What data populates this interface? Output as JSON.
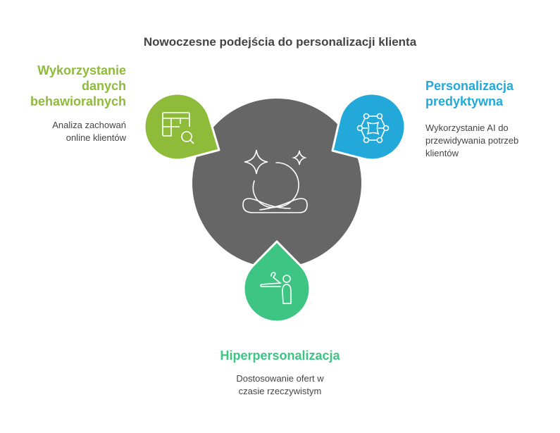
{
  "title": "Nowoczesne podejścia do personalizacji klienta",
  "colors": {
    "center": "#666666",
    "green": "#8fbb3b",
    "blue": "#22a9d9",
    "teal": "#3ec584"
  },
  "items": [
    {
      "heading": "Wykorzystanie danych behawioralnych",
      "heading_lines": [
        "Wykorzystanie",
        "danych",
        "behawioralnych"
      ],
      "description_lines": [
        "Analiza zachowań",
        "online klientów"
      ],
      "icon": "table-search-icon"
    },
    {
      "heading": "Personalizacja predyktywna",
      "heading_lines": [
        "Personalizacja",
        "predyktywna"
      ],
      "description_lines": [
        "Wykorzystanie AI do",
        "przewidywania potrzeb",
        "klientów"
      ],
      "icon": "network-icon"
    },
    {
      "heading": "Hiperpersonalizacja",
      "description_lines": [
        "Dostosowanie ofert w",
        "czasie rzeczywistym"
      ],
      "icon": "hanger-person-icon"
    }
  ],
  "center_icon": "meditation-sparkle-icon"
}
